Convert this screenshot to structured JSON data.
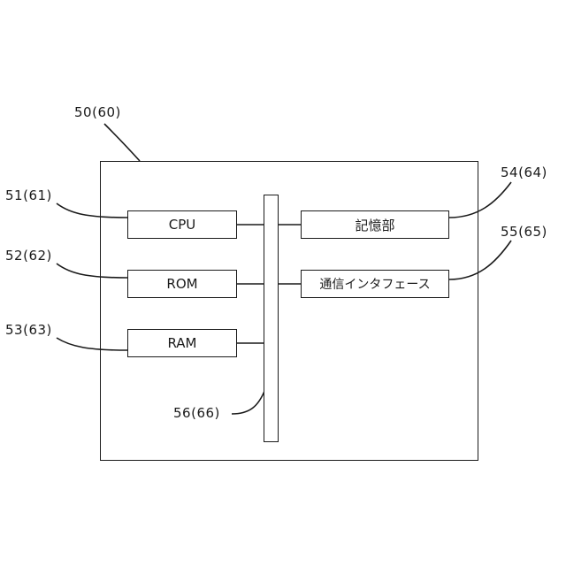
{
  "device": {
    "ref": "50(60)"
  },
  "components": [
    {
      "id": "cpu",
      "label": "CPU",
      "ref": "51(61)"
    },
    {
      "id": "rom",
      "label": "ROM",
      "ref": "52(62)"
    },
    {
      "id": "ram",
      "label": "RAM",
      "ref": "53(63)"
    },
    {
      "id": "storage",
      "label": "記憶部",
      "ref": "54(64)"
    },
    {
      "id": "comm",
      "label": "通信インタフェース",
      "ref": "55(65)"
    }
  ],
  "bus": {
    "ref": "56(66)"
  }
}
